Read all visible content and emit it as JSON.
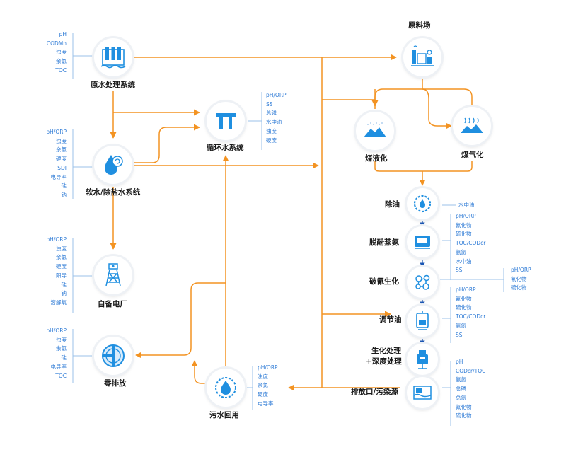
{
  "nodes": {
    "raw_water": "原水处理系统",
    "circulating": "循环水系统",
    "softening": "软水/除盐水系统",
    "power_plant": "自备电厂",
    "zero_discharge": "零排放",
    "sewage_reuse": "污水回用",
    "raw_material": "原料场",
    "coal_liquefaction": "煤液化",
    "coal_gasification": "煤气化",
    "oil_removal": "除油",
    "dephenol": "脱酚蒸氨",
    "decyanide": "破氰生化",
    "adjust_oil": "调节油",
    "bio_treatment_1": "生化处理",
    "bio_treatment_2": "+深度处理",
    "outfall": "排放口/污染源"
  },
  "params": {
    "raw_water": [
      "pH",
      "CODMn",
      "浊度",
      "余氯",
      "TOC"
    ],
    "softening": [
      "pH/ORP",
      "浊度",
      "余氯",
      "硬度",
      "SDI",
      "电导率",
      "硅",
      "钠"
    ],
    "power_plant": [
      "pH/ORP",
      "浊度",
      "余氯",
      "硬度",
      "阳导",
      "硅",
      "钠",
      "溶解氧"
    ],
    "zero_discharge": [
      "pH/ORP",
      "浊度",
      "余氯",
      "硅",
      "电导率",
      "TOC"
    ],
    "circulating": [
      "pH/ORP",
      "SS",
      "总磷",
      "水中油",
      "浊度",
      "硬度"
    ],
    "sewage_reuse": [
      "pH/ORP",
      "浊度",
      "余氯",
      "硬度",
      "电导率"
    ],
    "oil_removal": [
      "水中油"
    ],
    "process_1": [
      "pH/ORP",
      "氰化物",
      "硫化物",
      "TOC/CODcr",
      "氨氮",
      "水中油",
      "SS"
    ],
    "decyanide_extra": [
      "pH/ORP",
      "氰化物",
      "硫化物"
    ],
    "process_2": [
      "pH/ORP",
      "氰化物",
      "硫化物",
      "TOC/CODcr",
      "氨氮",
      "SS"
    ],
    "outfall": [
      "pH",
      "CODcr/TOC",
      "氨氮",
      "总磷",
      "总氮",
      "氟化物",
      "硫化物"
    ]
  },
  "colors": {
    "flow": "#f39322",
    "param_text": "#2e7bd6",
    "icon_blue": "#1f8fe0",
    "node_border": "#eef1f5",
    "label": "#1a1a1a",
    "process_arrow": "#1b56b4"
  },
  "icons": {
    "raw_water": "water-treatment-tanks-icon",
    "circulating": "circulating-water-icon",
    "softening": "water-drop-recycle-icon",
    "power_plant": "power-tower-icon",
    "zero_discharge": "discharge-valve-icon",
    "sewage_reuse": "drop-gear-icon",
    "raw_material": "factory-icon",
    "coal_liquefaction": "coal-pile-icon",
    "coal_gasification": "coal-gas-icon",
    "oil_removal": "gear-drop-icon",
    "dephenol": "tank-icon",
    "decyanide": "molecule-icon",
    "adjust_oil": "reactor-icon",
    "bio_treatment": "bio-tower-icon",
    "outfall": "outfall-pipe-icon"
  }
}
